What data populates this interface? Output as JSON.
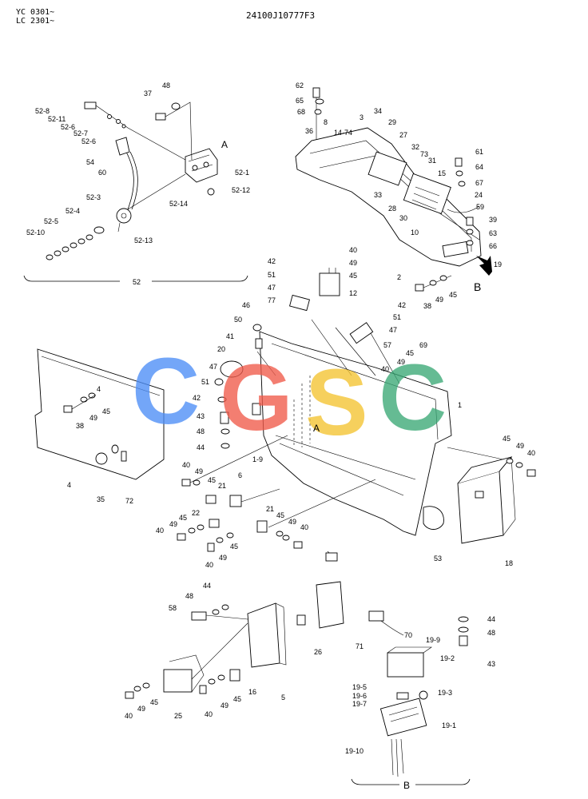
{
  "header": {
    "model_line_1": "YC 0301~",
    "model_line_2": "LC 2301~",
    "drawing_number": "24100J10777F3"
  },
  "watermark": {
    "letters": [
      "C",
      "G",
      "S",
      "C"
    ],
    "colors": [
      "#4d8ef7",
      "#f05a4a",
      "#f4c430",
      "#3aa876"
    ]
  },
  "groups": {
    "group_52": "52",
    "group_B": "B"
  },
  "callouts": [
    "48",
    "37",
    "52-8",
    "52-11",
    "52-6",
    "52-7",
    "52-6",
    "54",
    "60",
    "A",
    "52-1",
    "52-12",
    "52-14",
    "52-3",
    "52-4",
    "52-5",
    "52-10",
    "52-13",
    "52",
    "62",
    "65",
    "68",
    "34",
    "3",
    "29",
    "36",
    "14·74",
    "8",
    "27",
    "32",
    "73",
    "31",
    "61",
    "64",
    "67",
    "15",
    "24",
    "33",
    "28",
    "30",
    "59",
    "10",
    "39",
    "63",
    "66",
    "2",
    "19",
    "B",
    "38",
    "49",
    "45",
    "42",
    "51",
    "47",
    "40",
    "49",
    "45",
    "12",
    "77",
    "46",
    "50",
    "41",
    "42",
    "51",
    "47",
    "57",
    "20",
    "47",
    "51",
    "42",
    "45",
    "69",
    "40",
    "49",
    "1",
    "4",
    "38",
    "49",
    "45",
    "43",
    "48",
    "44",
    "A",
    "1-9",
    "4",
    "35",
    "72",
    "45",
    "49",
    "40",
    "18",
    "53",
    "40",
    "49",
    "45",
    "21",
    "6",
    "45",
    "22",
    "49",
    "40",
    "21",
    "45",
    "49",
    "40",
    "49",
    "40",
    "45",
    "49",
    "44",
    "48",
    "58",
    "71",
    "70",
    "44",
    "48",
    "26",
    "43",
    "19-9",
    "19-2",
    "5",
    "16",
    "45",
    "49",
    "40",
    "45",
    "49",
    "40",
    "25",
    "19-5",
    "19-6",
    "19-7",
    "19-3",
    "19-1",
    "19-10",
    "B"
  ]
}
